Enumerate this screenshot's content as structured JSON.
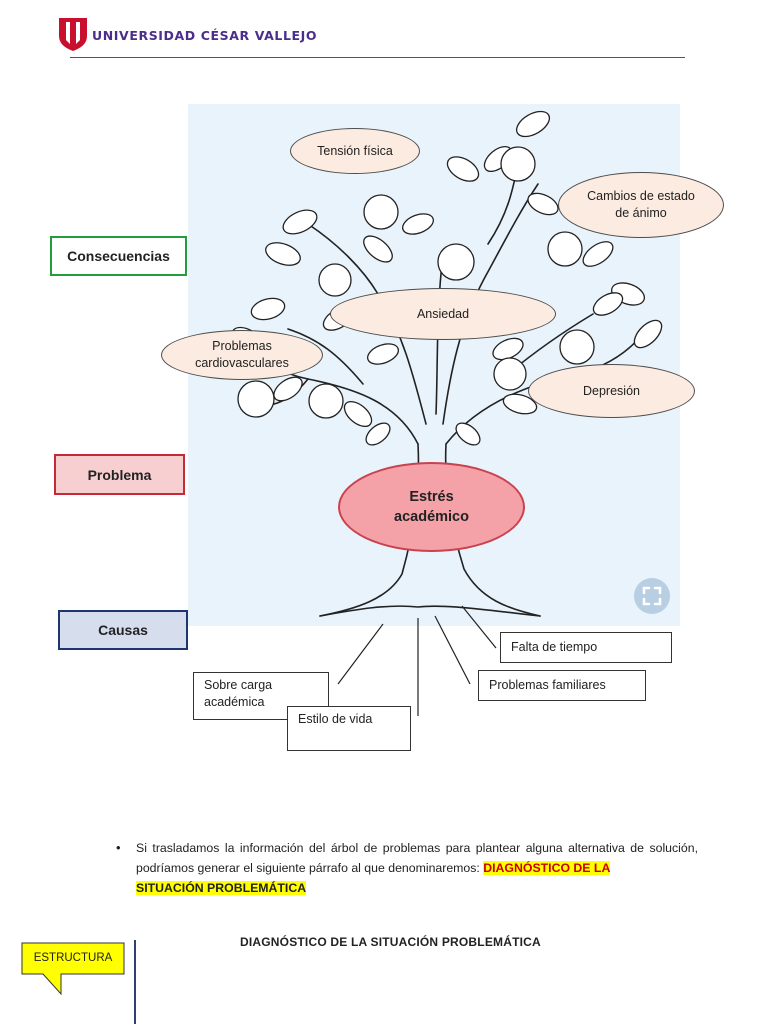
{
  "header": {
    "university": "UNIVERSIDAD CÉSAR VALLEJO",
    "logo_icon": "ucv-shield-logo",
    "brand_color": "#c8102e"
  },
  "tree": {
    "consequences": [
      "Tensión física",
      "Cambios de estado de ánimo",
      "Ansiedad",
      "Problemas cardiovasculares",
      "Depresión"
    ],
    "problem": "Estrés académico",
    "causes": [
      "Falta de tiempo",
      "Problemas familiares",
      "Sobre carga académica",
      "Estilo de vida"
    ],
    "expand_icon": "expand-icon"
  },
  "labels": {
    "consequences": "Consecuencias",
    "problem": "Problema",
    "causes": "Causas"
  },
  "paragraph": {
    "text": "Si trasladamos la información del árbol de problemas para plantear alguna alternativa de solución, podríamos generar el siguiente párrafo al que denominaremos: ",
    "highlight_1": "DIAGNÓSTICO DE LA",
    "highlight_2": "SITUACIÓN PROBLEMÁTICA"
  },
  "section_title": "DIAGNÓSTICO DE LA SITUACIÓN PROBLEMÁTICA",
  "structure_callout": "ESTRUCTURA"
}
